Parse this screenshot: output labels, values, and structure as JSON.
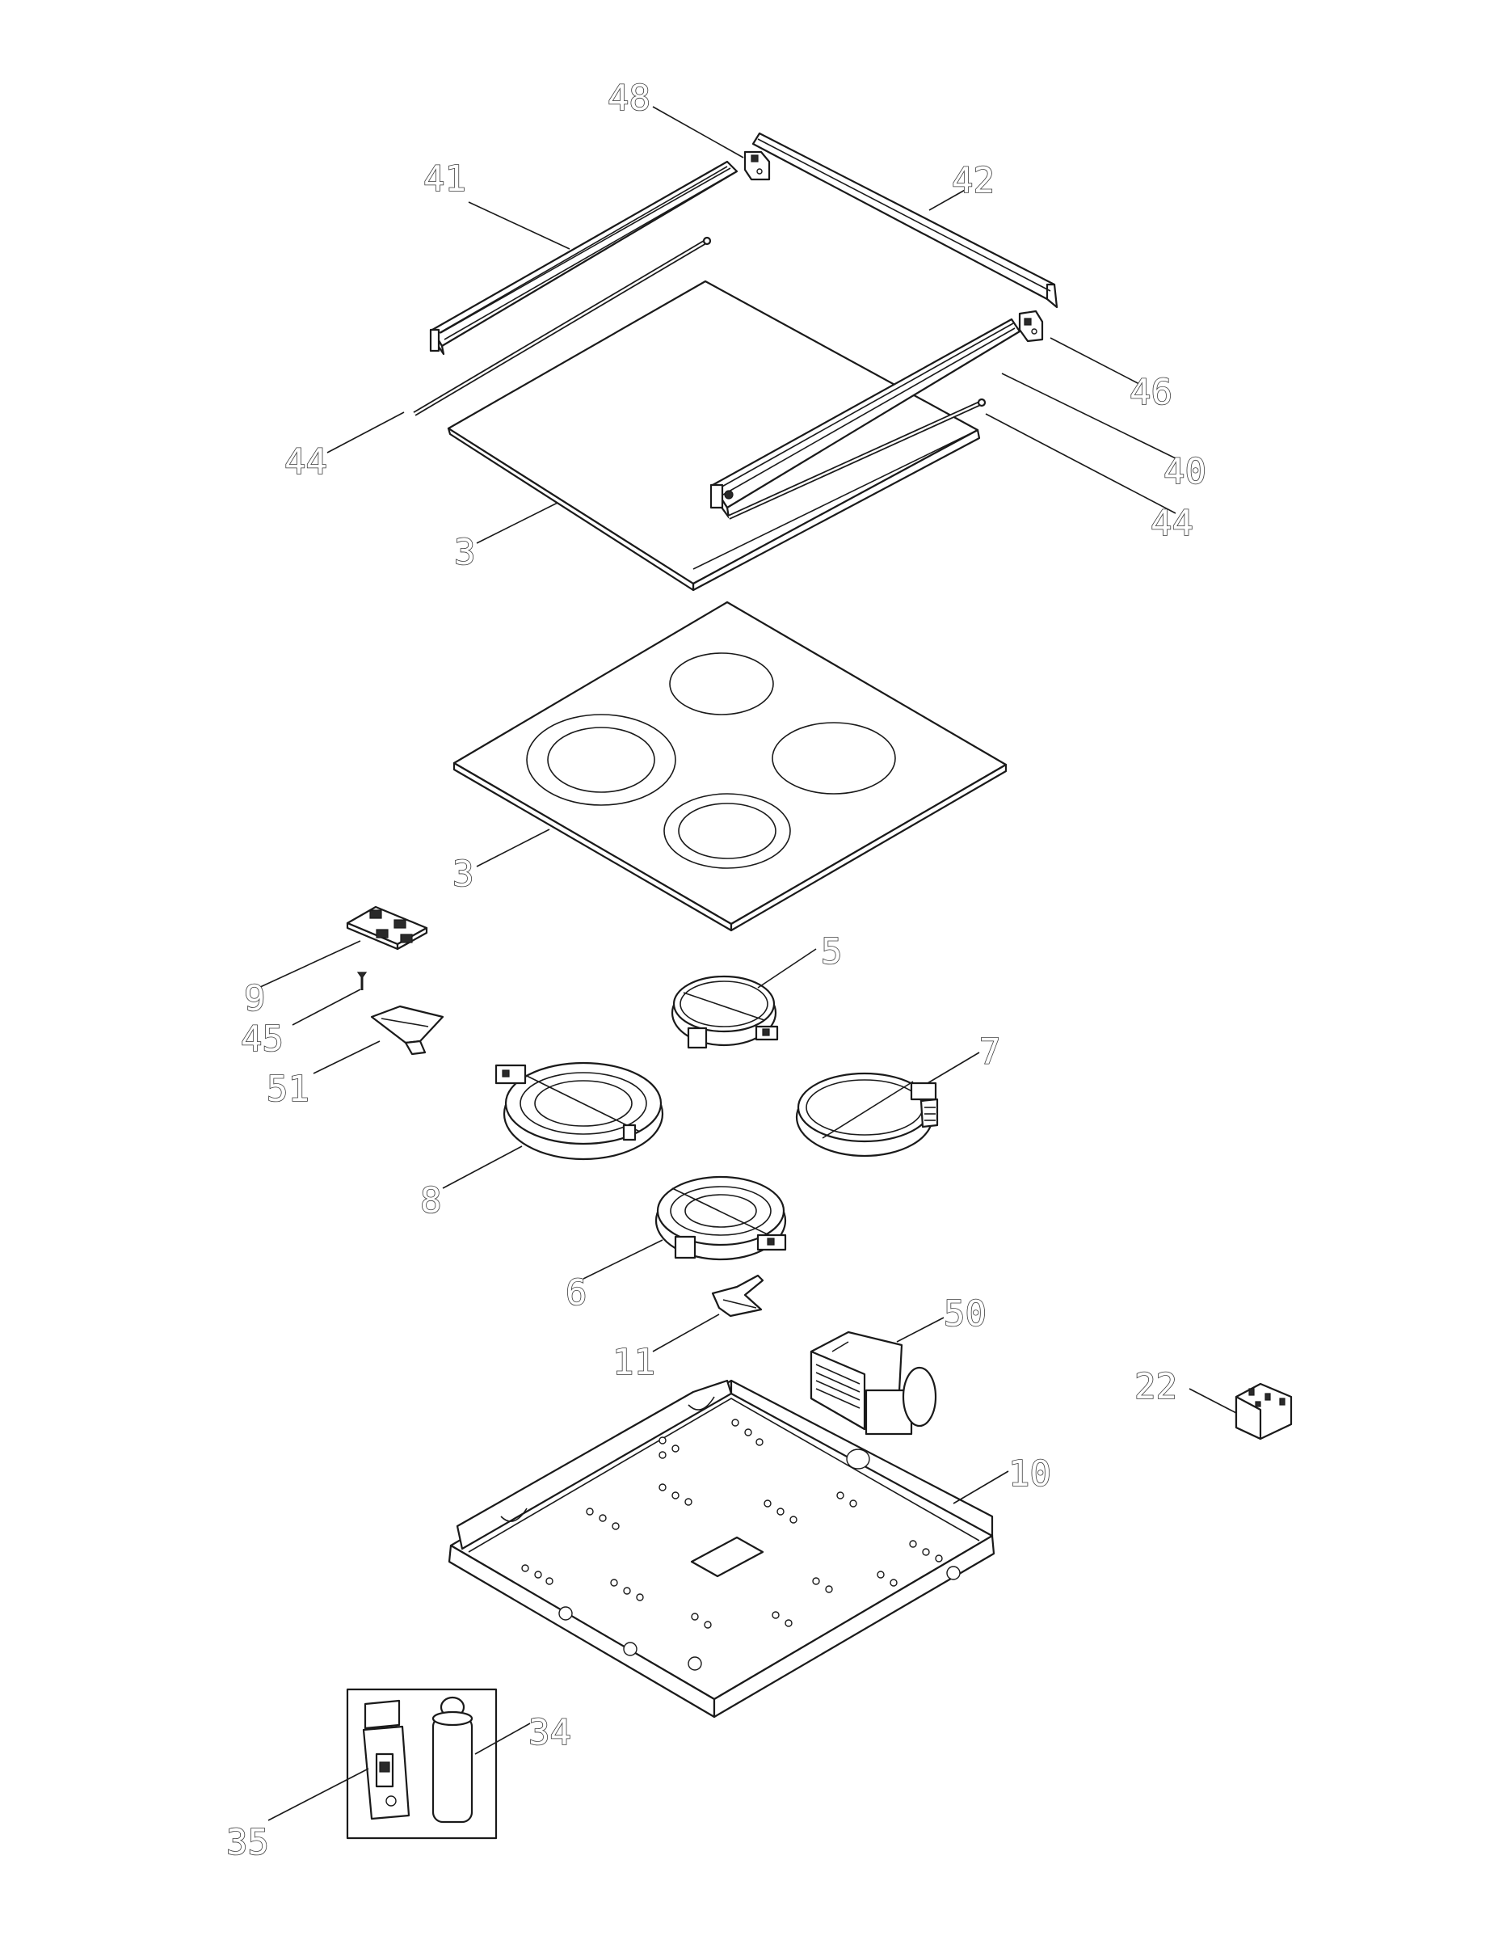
{
  "diagram": {
    "callouts": [
      {
        "id": "c48a",
        "number": "48"
      },
      {
        "id": "c41",
        "number": "41"
      },
      {
        "id": "c42",
        "number": "42"
      },
      {
        "id": "c46",
        "number": "46"
      },
      {
        "id": "c40",
        "number": "40"
      },
      {
        "id": "c44a",
        "number": "44"
      },
      {
        "id": "c44b",
        "number": "44"
      },
      {
        "id": "c3a",
        "number": "3"
      },
      {
        "id": "c3b",
        "number": "3"
      },
      {
        "id": "c9",
        "number": "9"
      },
      {
        "id": "c45",
        "number": "45"
      },
      {
        "id": "c51",
        "number": "51"
      },
      {
        "id": "c5",
        "number": "5"
      },
      {
        "id": "c7",
        "number": "7"
      },
      {
        "id": "c8",
        "number": "8"
      },
      {
        "id": "c6",
        "number": "6"
      },
      {
        "id": "c50",
        "number": "50"
      },
      {
        "id": "c11",
        "number": "11"
      },
      {
        "id": "c22",
        "number": "22"
      },
      {
        "id": "c10",
        "number": "10"
      },
      {
        "id": "c34",
        "number": "34"
      },
      {
        "id": "c35",
        "number": "35"
      }
    ]
  }
}
